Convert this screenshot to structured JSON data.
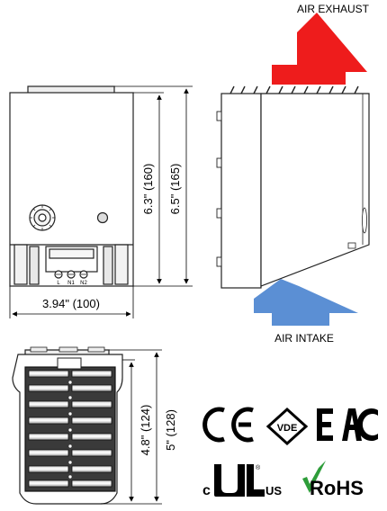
{
  "labels": {
    "air_exhaust": "AIR EXHAUST",
    "air_intake": "AIR INTAKE"
  },
  "dimensions": {
    "front_height_inner": "6.3\" (160)",
    "front_height_outer": "6.5\" (165)",
    "front_width": "3.94\" (100)",
    "bottom_height_inner": "4.8\" (124)",
    "bottom_height_outer": "5\" (128)"
  },
  "terminals": [
    "L",
    "N1",
    "N2"
  ],
  "certifications": {
    "ce": "CE",
    "vde": "VDE",
    "eac": "EAC",
    "ul_prefix": "c",
    "ul_suffix": "US",
    "rohs": "RoHS"
  },
  "colors": {
    "exhaust_arrow": "#ee1c1c",
    "intake_arrow": "#5b8fd4",
    "rohs_check": "#2e9d3a",
    "outline": "#222222"
  }
}
